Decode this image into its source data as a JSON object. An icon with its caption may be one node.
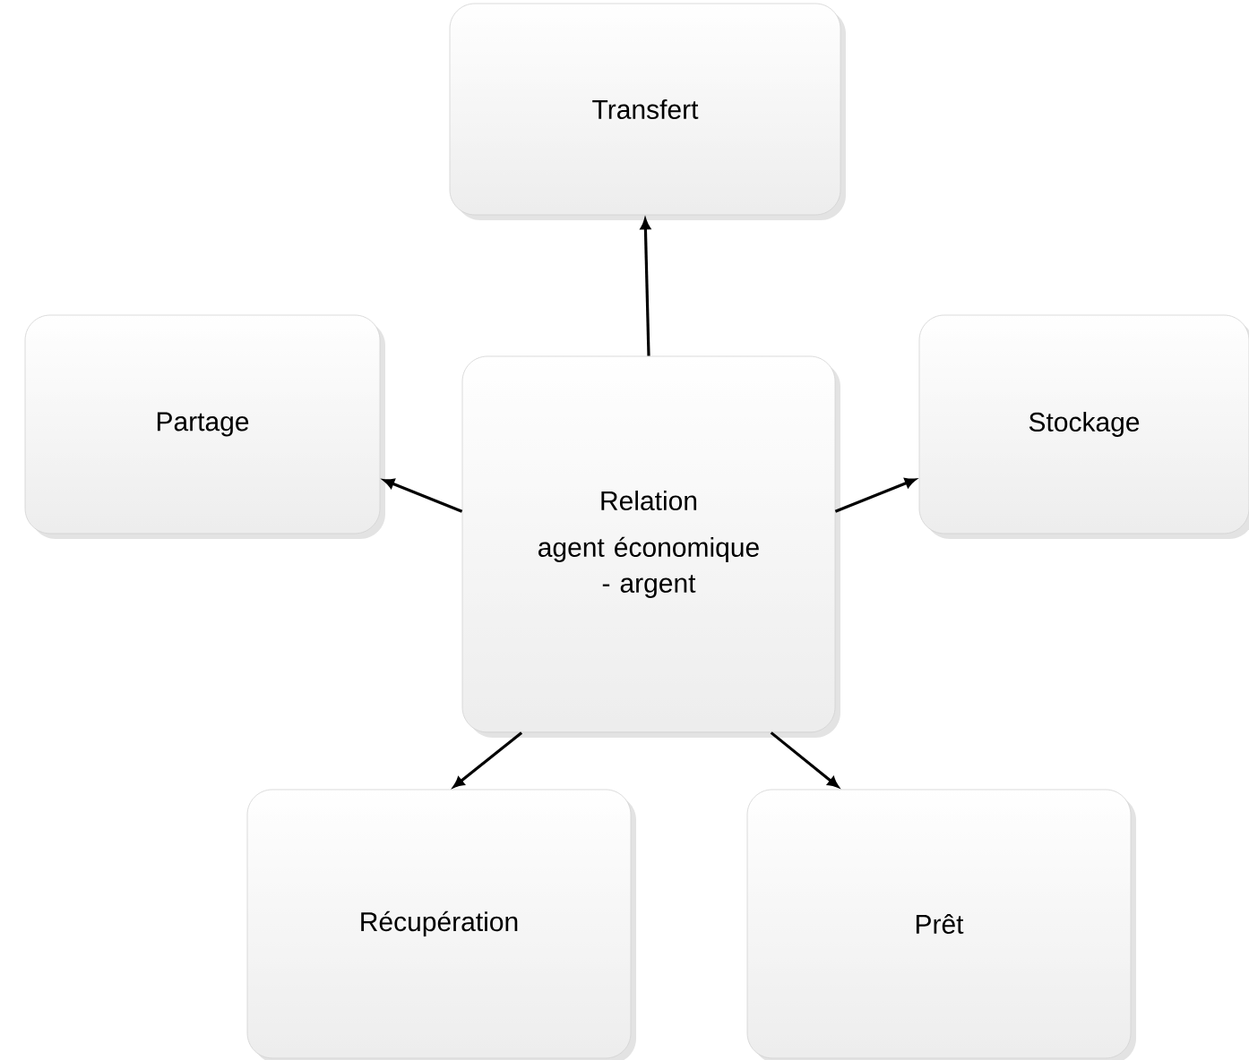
{
  "diagram": {
    "nodes": [
      {
        "text": [
          "Transfert"
        ]
      },
      {
        "text": [
          "Partage"
        ]
      },
      {
        "text": [
          "Relation",
          "agent économique - argent"
        ]
      },
      {
        "text": [
          "Stockage"
        ]
      },
      {
        "text": [
          "Récupération"
        ]
      },
      {
        "text": [
          "Prêt"
        ]
      }
    ],
    "edges": [
      {
        "from": 2,
        "to": 0,
        "arrow": "to"
      },
      {
        "from": 2,
        "to": 1,
        "arrow": "to"
      },
      {
        "from": 2,
        "to": 3,
        "arrow": "to"
      },
      {
        "from": 2,
        "to": 4,
        "arrow": "to"
      },
      {
        "from": 2,
        "to": 5,
        "arrow": "to"
      }
    ]
  }
}
